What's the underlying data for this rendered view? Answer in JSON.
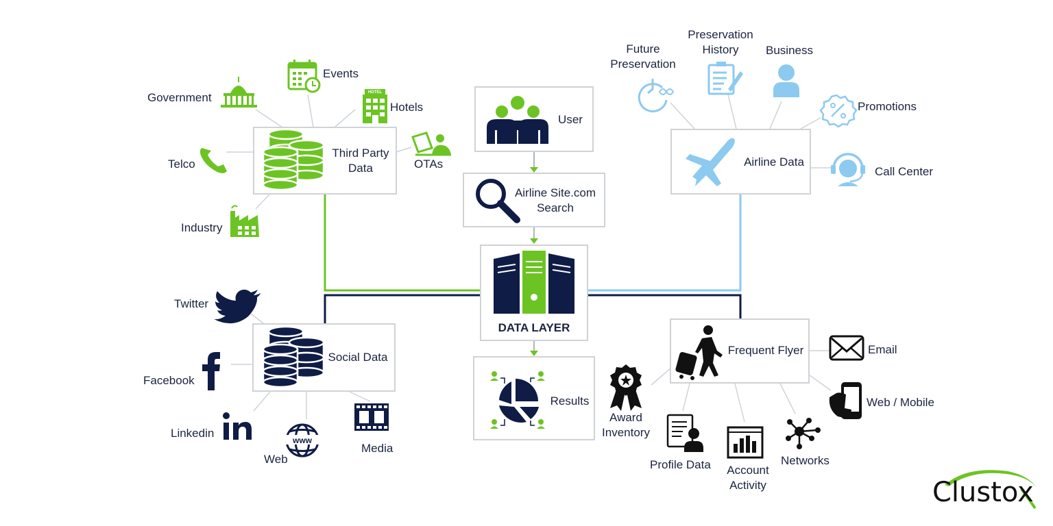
{
  "colors": {
    "green": "#6cc424",
    "navy": "#0f1c45",
    "lightblue": "#8ccaf0",
    "gray": "#cfd2d6"
  },
  "center": {
    "user": "User",
    "search_line1": "Airline Site.com",
    "search_line2": "Search",
    "data_layer": "DATA LAYER",
    "results": "Results"
  },
  "third_party": {
    "label_line1": "Third Party",
    "label_line2": "Data",
    "sources": {
      "government": "Government",
      "events": "Events",
      "hotels": "Hotels",
      "hotel_sign": "HOTEL",
      "otas": "OTAs",
      "telco": "Telco",
      "industry": "Industry"
    }
  },
  "airline": {
    "label": "Airline Data",
    "sources": {
      "future_line1": "Future",
      "future_line2": "Preservation",
      "history_line1": "Preservation",
      "history_line2": "History",
      "business": "Business",
      "promotions": "Promotions",
      "call_center": "Call Center"
    }
  },
  "social": {
    "label": "Social Data",
    "sources": {
      "twitter": "Twitter",
      "facebook": "Facebook",
      "linkedin": "Linkedin",
      "linkedin_glyph": "in",
      "web": "Web",
      "web_glyph": "www",
      "media": "Media"
    }
  },
  "frequent_flyer": {
    "label": "Frequent Flyer",
    "sources": {
      "email": "Email",
      "web_mobile": "Web / Mobile",
      "award_line1": "Award",
      "award_line2": "Inventory",
      "profile": "Profile Data",
      "account_line1": "Account",
      "account_line2": "Activity",
      "networks": "Networks"
    }
  },
  "brand": {
    "name": "Clustox"
  }
}
